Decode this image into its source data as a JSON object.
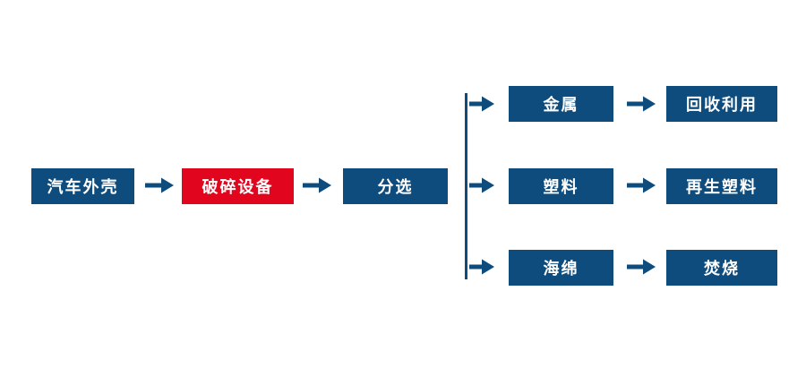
{
  "flow": {
    "start": "汽车外壳",
    "crusher": "破碎设备",
    "sorting": "分选",
    "branches": [
      {
        "material": "金属",
        "result": "回收利用"
      },
      {
        "material": "塑料",
        "result": "再生塑料"
      },
      {
        "material": "海绵",
        "result": "焚烧"
      }
    ]
  },
  "colors": {
    "navy": "#0d4c7d",
    "red": "#e1051e",
    "background": "#ffffff",
    "node_text": "#ffffff"
  }
}
